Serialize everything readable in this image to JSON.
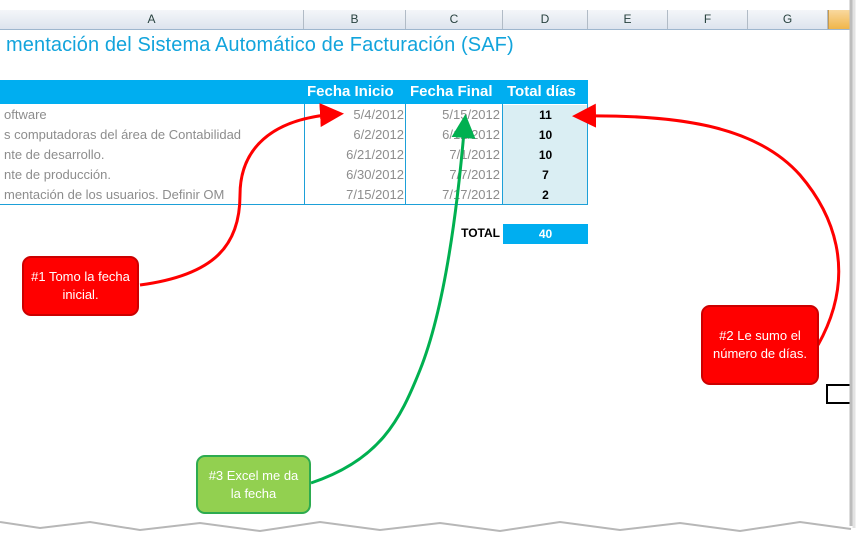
{
  "columns": [
    "A",
    "B",
    "C",
    "D",
    "E",
    "F",
    "G"
  ],
  "title": "mentación del Sistema Automático de Facturación (SAF)",
  "table": {
    "headers": {
      "fecha_inicio": "Fecha Inicio",
      "fecha_final": "Fecha Final",
      "total_dias": "Total días"
    },
    "rows": [
      {
        "desc": "oftware",
        "start": "5/4/2012",
        "end": "5/15/2012",
        "days": "11"
      },
      {
        "desc": "s computadoras del área de Contabilidad",
        "start": "6/2/2012",
        "end": "6/12/2012",
        "days": "10"
      },
      {
        "desc": "nte de desarrollo.",
        "start": "6/21/2012",
        "end": "7/1/2012",
        "days": "10"
      },
      {
        "desc": "nte de producción.",
        "start": "6/30/2012",
        "end": "7/7/2012",
        "days": "7"
      },
      {
        "desc": "mentación de los usuarios. Definir OM",
        "start": "7/15/2012",
        "end": "7/17/2012",
        "days": "2"
      }
    ],
    "total_label": "TOTAL",
    "total_value": "40"
  },
  "callouts": {
    "c1": "#1 Tomo la fecha inicial.",
    "c2": "#2 Le sumo el número de días.",
    "c3": "#3 Excel me da la  fecha"
  },
  "colors": {
    "accent": "#00aef0",
    "total_cell": "#daeef3",
    "callout_red": "#ff0000",
    "callout_green": "#92d050",
    "title": "#12a4dc"
  }
}
